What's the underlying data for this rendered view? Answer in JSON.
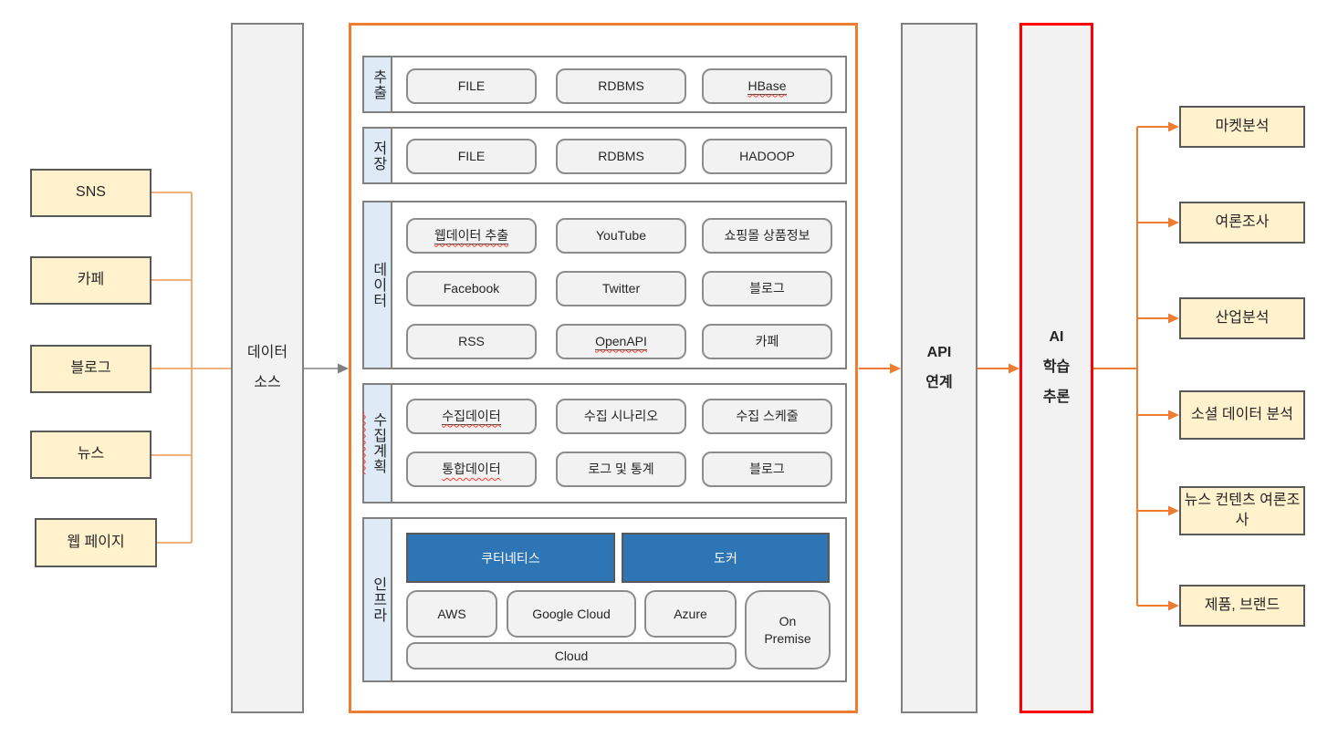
{
  "colors": {
    "accent-orange": "#ED7D31",
    "accent-red": "#FF0000",
    "accent-blue": "#2E75B6",
    "box-yellow": "#FFF2CC",
    "label-blue": "#DEEBF7",
    "panel-gray": "#F2F2F2",
    "border-gray": "#808080",
    "border-dark": "#595959",
    "text-dark": "#262626"
  },
  "sources": [
    {
      "label": "SNS"
    },
    {
      "label": "카페"
    },
    {
      "label": "블로그"
    },
    {
      "label": "뉴스"
    },
    {
      "label": "웹 페이지"
    }
  ],
  "data_source": {
    "label": "데이터\n소스"
  },
  "pipeline": {
    "rows": [
      {
        "label": "추출",
        "items": [
          "FILE",
          "RDBMS",
          "HBase"
        ]
      },
      {
        "label": "저장",
        "items": [
          "FILE",
          "RDBMS",
          "HADOOP"
        ]
      },
      {
        "label": "데이터",
        "items": [
          [
            "웹데이터 추출",
            "YouTube",
            "쇼핑몰 상품정보"
          ],
          [
            "Facebook",
            "Twitter",
            "블로그"
          ],
          [
            "RSS",
            "OpenAPI",
            "카페"
          ]
        ]
      },
      {
        "label": "수집계획",
        "items": [
          [
            "수집데이터",
            "수집 시나리오",
            "수집 스케줄"
          ],
          [
            "통합데이터",
            "로그 및 통계",
            "블로그"
          ]
        ]
      },
      {
        "label": "인프라",
        "platforms": [
          "쿠터네티스",
          "도커"
        ],
        "clouds": [
          "AWS",
          "Google Cloud",
          "Azure"
        ],
        "on_premise": "On\nPremise",
        "cloud_bar": "Cloud"
      }
    ]
  },
  "api_box": {
    "label": "API\n연계"
  },
  "ai_box": {
    "label": "AI\n학습\n추론"
  },
  "outputs": [
    {
      "label": "마켓분석"
    },
    {
      "label": "여론조사"
    },
    {
      "label": "산업분석"
    },
    {
      "label": "소셜 데이터 분석"
    },
    {
      "label": "뉴스 컨텐츠 여론조사"
    },
    {
      "label": "제품, 브랜드"
    }
  ]
}
